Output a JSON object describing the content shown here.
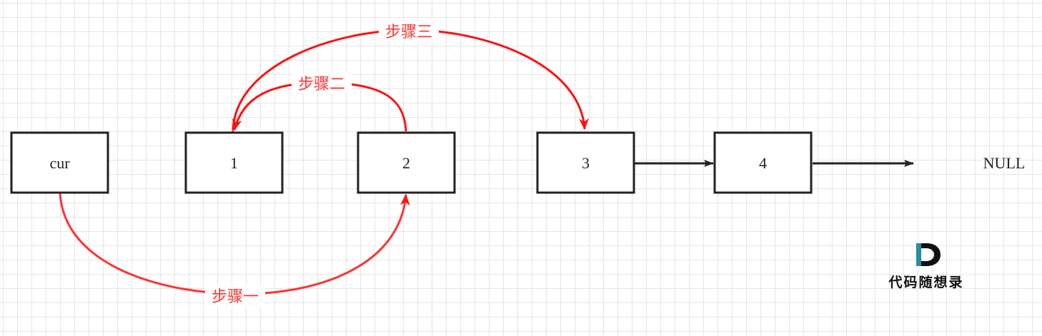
{
  "diagram": {
    "nodes": [
      {
        "id": "cur",
        "label": "cur"
      },
      {
        "id": "n1",
        "label": "1"
      },
      {
        "id": "n2",
        "label": "2"
      },
      {
        "id": "n3",
        "label": "3"
      },
      {
        "id": "n4",
        "label": "4"
      }
    ],
    "null_label": "NULL",
    "steps": [
      {
        "label": "步骤一",
        "from": "cur",
        "to": "n2",
        "color": "#ff3333"
      },
      {
        "label": "步骤二",
        "from": "n2",
        "to": "n1",
        "color": "#ff1111"
      },
      {
        "label": "步骤三",
        "from": "n1",
        "to": "n3",
        "color": "#ff1111"
      }
    ],
    "links": [
      {
        "from": "n3",
        "to": "n4"
      },
      {
        "from": "n4",
        "to": "NULL"
      }
    ]
  },
  "watermark": {
    "text": "代码随想录",
    "logo_letter": "D"
  },
  "colors": {
    "step_red": "#ff3333",
    "box_stroke": "#222222",
    "logo_teal": "#2a8c9c"
  }
}
